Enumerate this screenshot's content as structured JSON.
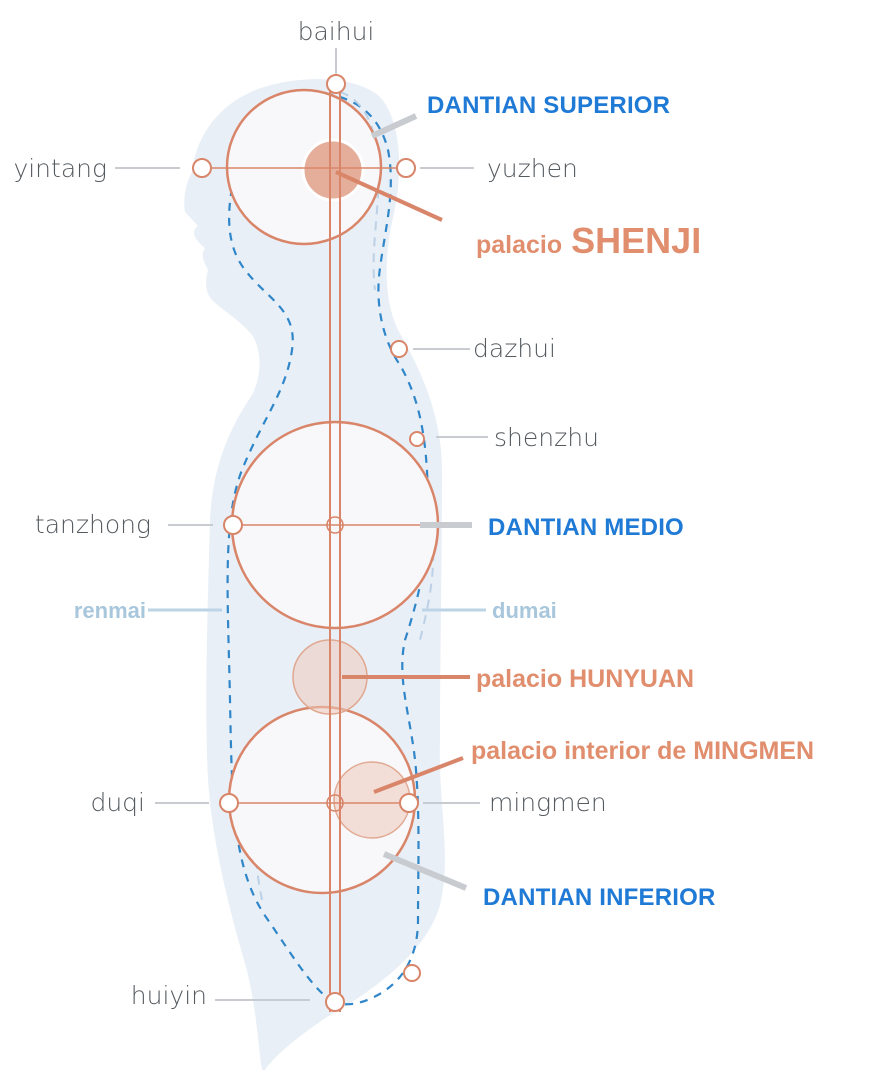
{
  "colors": {
    "body_silhouette": "#e9eff6",
    "meridian_dash": "#2f86c9",
    "circle_stroke": "#d98569",
    "palace_fill": "#edc8b9",
    "dantian_text": "#1f7ad6",
    "palace_text": "#e08e6d",
    "point_text": "#555a5f",
    "channel_text": "#a9c7dc",
    "leader_line": "#c8ccd0"
  },
  "acupoints": {
    "baihui": "baihui",
    "yintang": "yintang",
    "yuzhen": "yuzhen",
    "dazhui": "dazhui",
    "shenzhu": "shenzhu",
    "tanzhong": "tanzhong",
    "duqi": "duqi",
    "mingmen": "mingmen",
    "huiyin": "huiyin"
  },
  "channels": {
    "renmai": "renmai",
    "dumai": "dumai"
  },
  "dantian": {
    "superior": "DANTIAN SUPERIOR",
    "medio": "DANTIAN MEDIO",
    "inferior": "DANTIAN INFERIOR"
  },
  "palaces": {
    "shenji_prefix": "palacio",
    "shenji_name": "SHENJI",
    "hunyuan": "palacio HUNYUAN",
    "mingmen": "palacio interior de MINGMEN"
  }
}
